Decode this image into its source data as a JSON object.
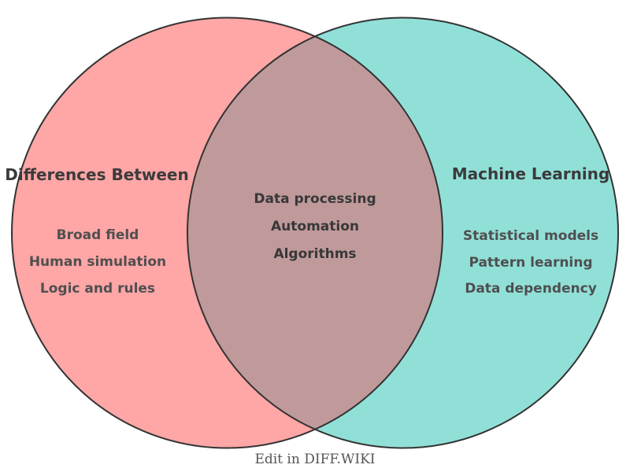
{
  "diagram": {
    "type": "venn",
    "left_set": {
      "title": "Differences Between",
      "items": [
        "Broad field",
        "Human simulation",
        "Logic and rules"
      ],
      "fill_color": "#ffa6a6"
    },
    "right_set": {
      "title": "Machine Learning",
      "items": [
        "Statistical models",
        "Pattern learning",
        "Data dependency"
      ],
      "fill_color": "#91e0d8"
    },
    "overlap": {
      "items": [
        "Data processing",
        "Automation",
        "Algorithms"
      ],
      "fill_color": "#c09a9b"
    },
    "outline_color": "#333333",
    "title_text_color": "#3b3b3b",
    "item_text_color": "#4f4f4f",
    "center_text_color": "#383838"
  },
  "footer": {
    "label": "Edit in DIFF.WIKI",
    "text_color": "#555555"
  }
}
